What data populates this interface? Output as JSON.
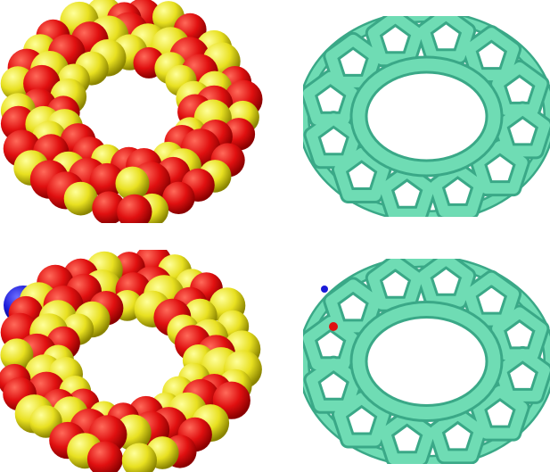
{
  "figure": {
    "panels": [
      {
        "id": "tl",
        "style": "space-filling",
        "icon": "ring-spacefill",
        "guest": false
      },
      {
        "id": "tr",
        "style": "surface",
        "icon": "ring-surface",
        "guest": false
      },
      {
        "id": "bl",
        "style": "space-filling",
        "icon": "ring-spacefill-with-guest",
        "guest": true
      },
      {
        "id": "br",
        "style": "surface",
        "icon": "ring-surface-with-guest",
        "guest": true
      }
    ],
    "colors": {
      "oxygen": "#e01010",
      "silicon": "#e8e020",
      "guest": "#1a1ad8",
      "surface": "#6fdcb4",
      "surface_edge": "#3aa887",
      "background": "#ffffff"
    }
  }
}
